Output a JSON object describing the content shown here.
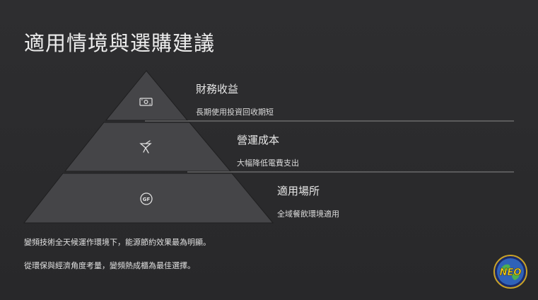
{
  "slide": {
    "title": "適用情境與選購建議",
    "tiers": [
      {
        "heading": "財務收益",
        "description": "長期使用投資回收期短",
        "icon": "money-bill-icon"
      },
      {
        "heading": "營運成本",
        "description": "大幅降低電費支出",
        "icon": "satellite-dish-icon"
      },
      {
        "heading": "適用場所",
        "description": "全域餐飲環境適用",
        "icon": "gluten-free-icon"
      }
    ],
    "body_lines": [
      "變頻技術全天候運作環境下，能源節約效果最為明顯。",
      "從環保與經濟角度考量，變頻熱成櫃為最佳選擇。"
    ],
    "logo_text": "NEO"
  }
}
